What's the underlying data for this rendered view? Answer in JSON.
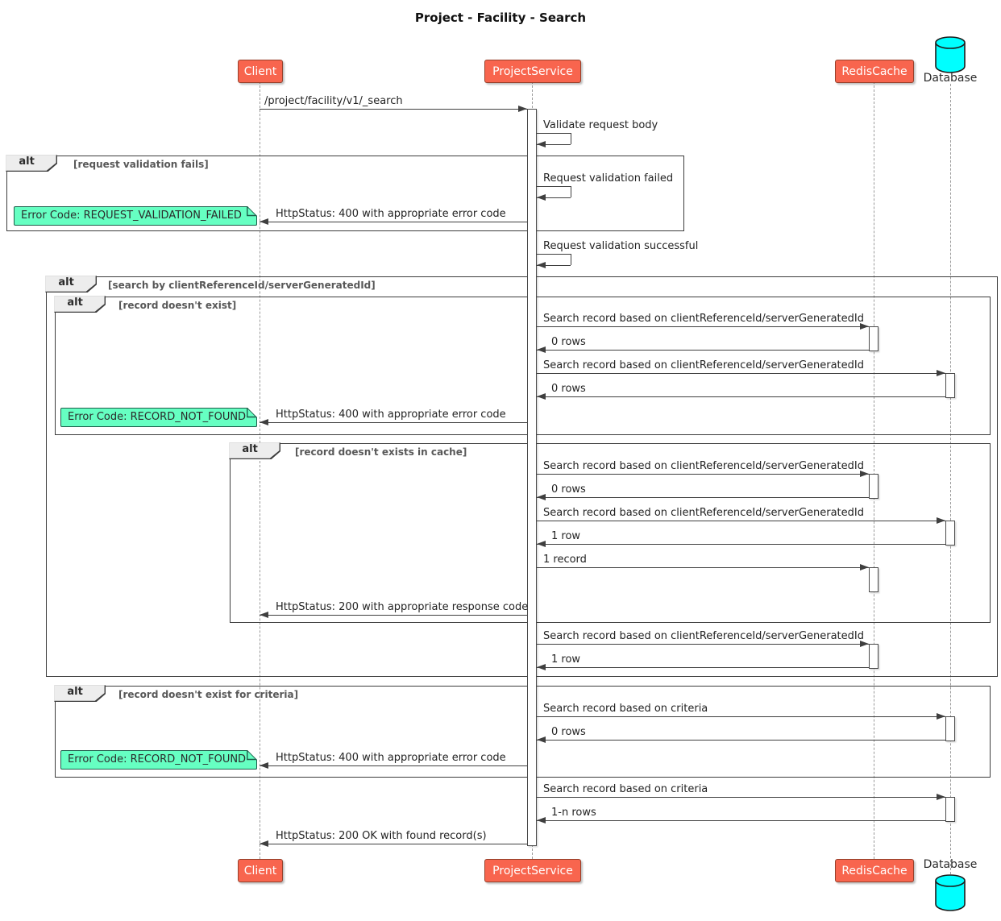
{
  "title": "Project - Facility - Search",
  "participants": {
    "client": "Client",
    "service": "ProjectService",
    "cache": "RedisCache",
    "database": "Database"
  },
  "frames": [
    {
      "operator": "alt",
      "condition": "[request validation fails]"
    },
    {
      "operator": "alt",
      "condition": "[search by clientReferenceId/serverGeneratedId]"
    },
    {
      "operator": "alt",
      "condition": "[record doesn't exist]"
    },
    {
      "operator": "alt",
      "condition": "[record doesn't exists in cache]"
    },
    {
      "operator": "alt",
      "condition": "[record doesn't exist for criteria]"
    }
  ],
  "notes": [
    {
      "text": "Error Code: REQUEST_VALIDATION_FAILED"
    },
    {
      "text": "Error Code: RECORD_NOT_FOUND"
    },
    {
      "text": "Error Code: RECORD_NOT_FOUND"
    }
  ],
  "messages": [
    {
      "text": "/project/facility/v1/_search",
      "from": "Client",
      "to": "ProjectService"
    },
    {
      "text": "Validate request body",
      "from": "ProjectService",
      "to": "ProjectService"
    },
    {
      "text": "Request validation failed",
      "from": "ProjectService",
      "to": "ProjectService"
    },
    {
      "text": "HttpStatus: 400 with appropriate error code",
      "from": "ProjectService",
      "to": "Client"
    },
    {
      "text": "Request validation successful",
      "from": "ProjectService",
      "to": "ProjectService"
    },
    {
      "text": "Search record based on clientReferenceId/serverGeneratedId",
      "from": "ProjectService",
      "to": "RedisCache"
    },
    {
      "text": "0 rows",
      "from": "RedisCache",
      "to": "ProjectService"
    },
    {
      "text": "Search record based on clientReferenceId/serverGeneratedId",
      "from": "ProjectService",
      "to": "Database"
    },
    {
      "text": "0 rows",
      "from": "Database",
      "to": "ProjectService"
    },
    {
      "text": "HttpStatus: 400 with appropriate error code",
      "from": "ProjectService",
      "to": "Client"
    },
    {
      "text": "Search record based on clientReferenceId/serverGeneratedId",
      "from": "ProjectService",
      "to": "RedisCache"
    },
    {
      "text": "0 rows",
      "from": "RedisCache",
      "to": "ProjectService"
    },
    {
      "text": "Search record based on clientReferenceId/serverGeneratedId",
      "from": "ProjectService",
      "to": "Database"
    },
    {
      "text": "1 row",
      "from": "Database",
      "to": "ProjectService"
    },
    {
      "text": "1 record",
      "from": "ProjectService",
      "to": "RedisCache"
    },
    {
      "text": "HttpStatus: 200 with appropriate response code",
      "from": "ProjectService",
      "to": "Client"
    },
    {
      "text": "Search record based on clientReferenceId/serverGeneratedId",
      "from": "ProjectService",
      "to": "RedisCache"
    },
    {
      "text": "1 row",
      "from": "RedisCache",
      "to": "ProjectService"
    },
    {
      "text": "Search record based on criteria",
      "from": "ProjectService",
      "to": "Database"
    },
    {
      "text": "0 rows",
      "from": "Database",
      "to": "ProjectService"
    },
    {
      "text": "HttpStatus: 400 with appropriate error code",
      "from": "ProjectService",
      "to": "Client"
    },
    {
      "text": "Search record based on criteria",
      "from": "ProjectService",
      "to": "Database"
    },
    {
      "text": "1-n rows",
      "from": "Database",
      "to": "ProjectService"
    },
    {
      "text": "HttpStatus: 200 OK with found record(s)",
      "from": "ProjectService",
      "to": "Client"
    }
  ],
  "colors": {
    "participant_fill": "#F8654E",
    "participant_border": "#97402B",
    "note_fill": "#66FFC2",
    "note_border": "#1C5C49",
    "database_fill": "#00FFFF",
    "frame_border": "#3C3C3C",
    "lifeline": "#9A9A9A"
  }
}
